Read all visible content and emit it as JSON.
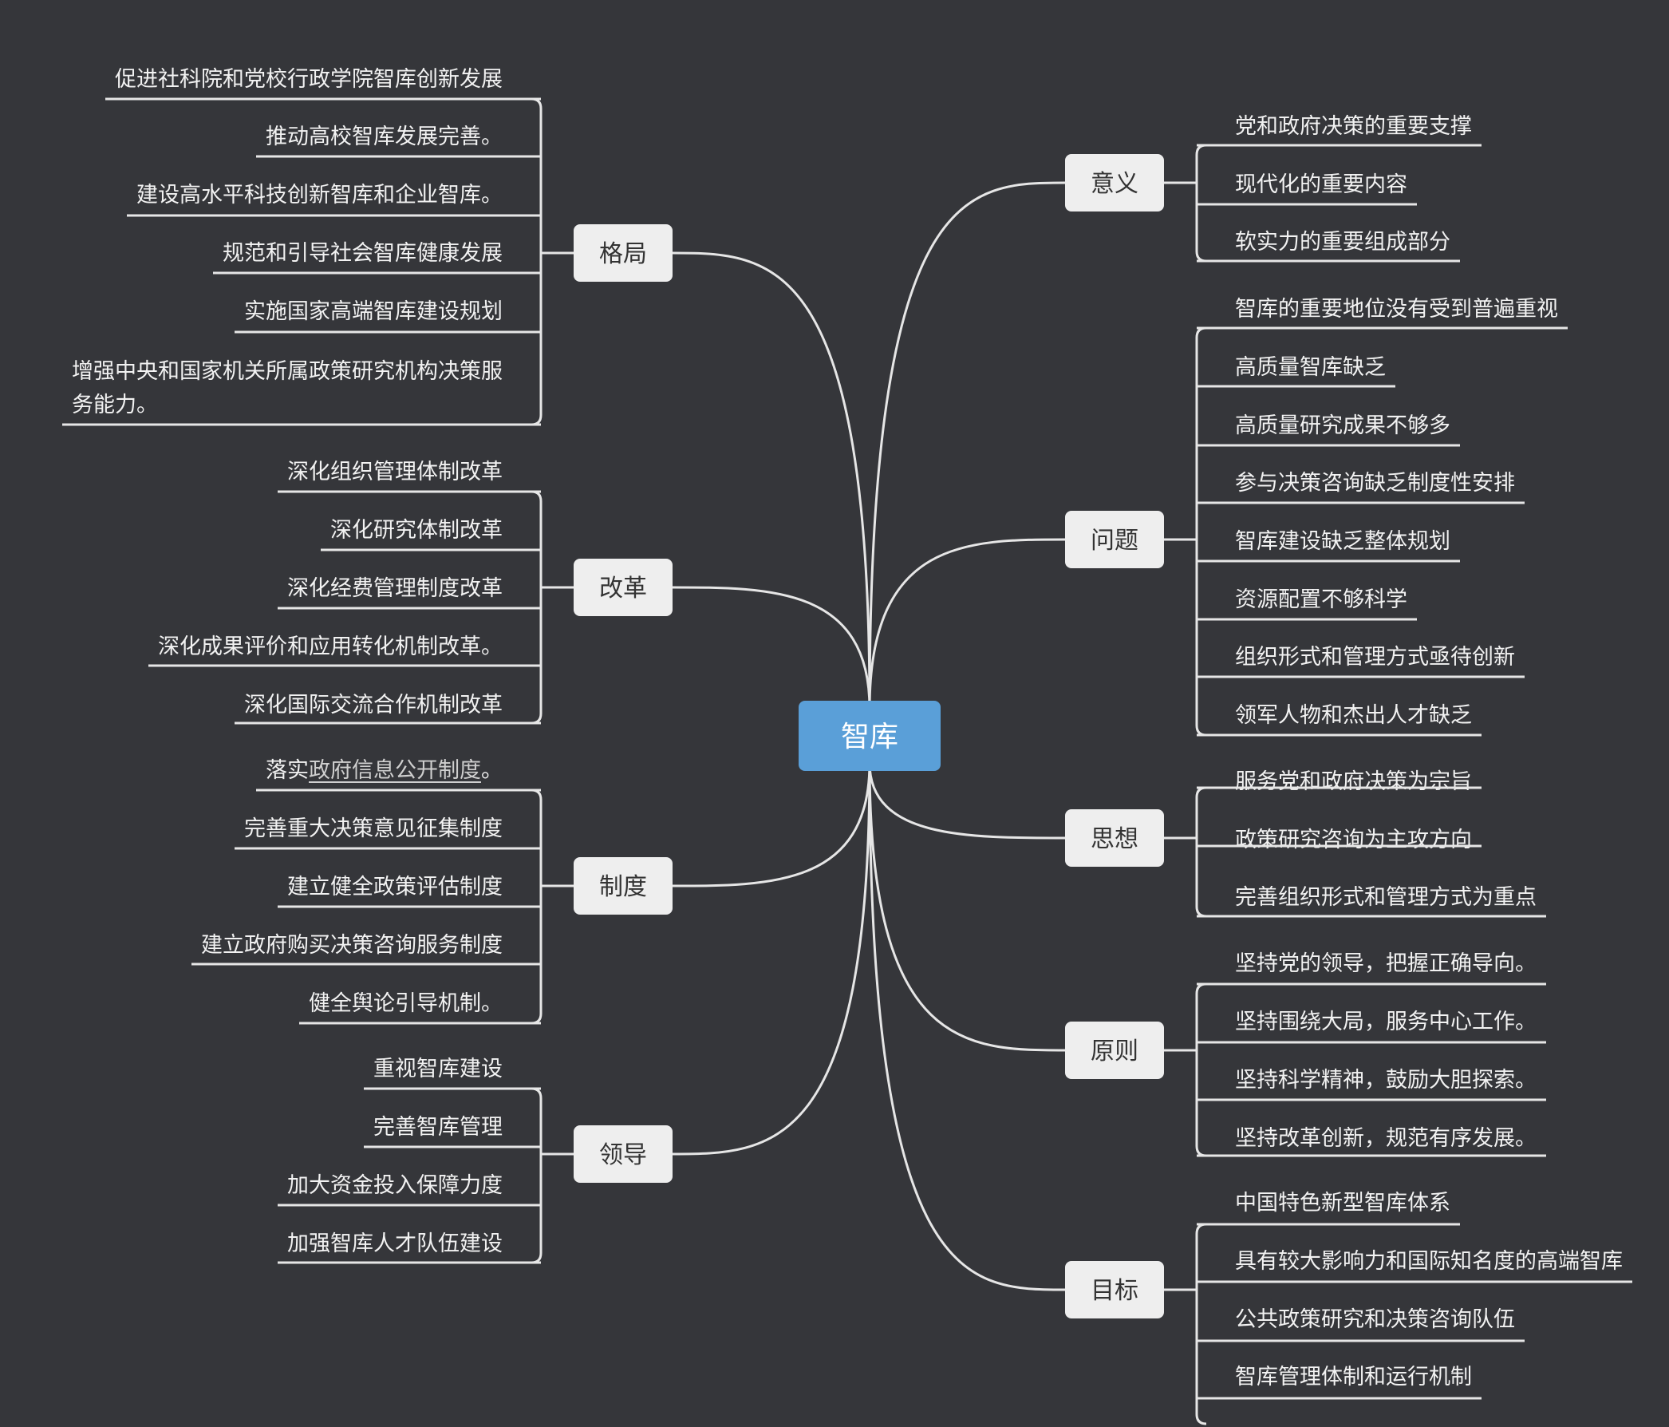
{
  "root": {
    "label": "智库"
  },
  "branches": [
    {
      "label": "格局",
      "items": [
        "促进社科院和党校行政学院智库创新发展",
        "推动高校智库发展完善。",
        "建设高水平科技创新智库和企业智库。",
        "规范和引导社会智库健康发展",
        "实施国家高端智库建设规划",
        [
          "增强中央和国家机关所属政策研究机构决策服",
          "务能力。"
        ]
      ]
    },
    {
      "label": "改革",
      "items": [
        "深化组织管理体制改革",
        "深化研究体制改革",
        "深化经费管理制度改革",
        "深化成果评价和应用转化机制改革。",
        "深化国际交流合作机制改革"
      ]
    },
    {
      "label": "制度",
      "items": [
        {
          "prefix": "落实",
          "link": "政府信息公开制度",
          "suffix": "。"
        },
        "完善重大决策意见征集制度",
        "建立健全政策评估制度",
        "建立政府购买决策咨询服务制度",
        "健全舆论引导机制。"
      ]
    },
    {
      "label": "领导",
      "items": [
        "重视智库建设",
        "完善智库管理",
        "加大资金投入保障力度",
        "加强智库人才队伍建设"
      ]
    },
    {
      "label": "意义",
      "items": [
        "党和政府决策的重要支撑",
        "现代化的重要内容",
        "软实力的重要组成部分"
      ]
    },
    {
      "label": "问题",
      "items": [
        "智库的重要地位没有受到普遍重视",
        "高质量智库缺乏",
        "高质量研究成果不够多",
        "参与决策咨询缺乏制度性安排",
        "智库建设缺乏整体规划",
        "资源配置不够科学",
        "组织形式和管理方式亟待创新",
        "领军人物和杰出人才缺乏"
      ]
    },
    {
      "label": "思想",
      "items": [
        "服务党和政府决策为宗旨",
        "政策研究咨询为主攻方向",
        "完善组织形式和管理方式为重点"
      ]
    },
    {
      "label": "原则",
      "items": [
        "坚持党的领导，把握正确导向。",
        "坚持围绕大局，服务中心工作。",
        "坚持科学精神，鼓励大胆探索。",
        "坚持改革创新，规范有序发展。"
      ]
    },
    {
      "label": "目标",
      "items": [
        "中国特色新型智库体系",
        "具有较大影响力和国际知名度的高端智库",
        "公共政策研究和决策咨询队伍",
        "智库管理体制和运行机制"
      ]
    }
  ],
  "colors": {
    "background": "#35363a",
    "root_fill": "#5a9fd8",
    "node_fill": "#eeeeee",
    "line": "#e6e6e6",
    "leaf_text": "#f2f2f2",
    "node_text": "#333333"
  }
}
